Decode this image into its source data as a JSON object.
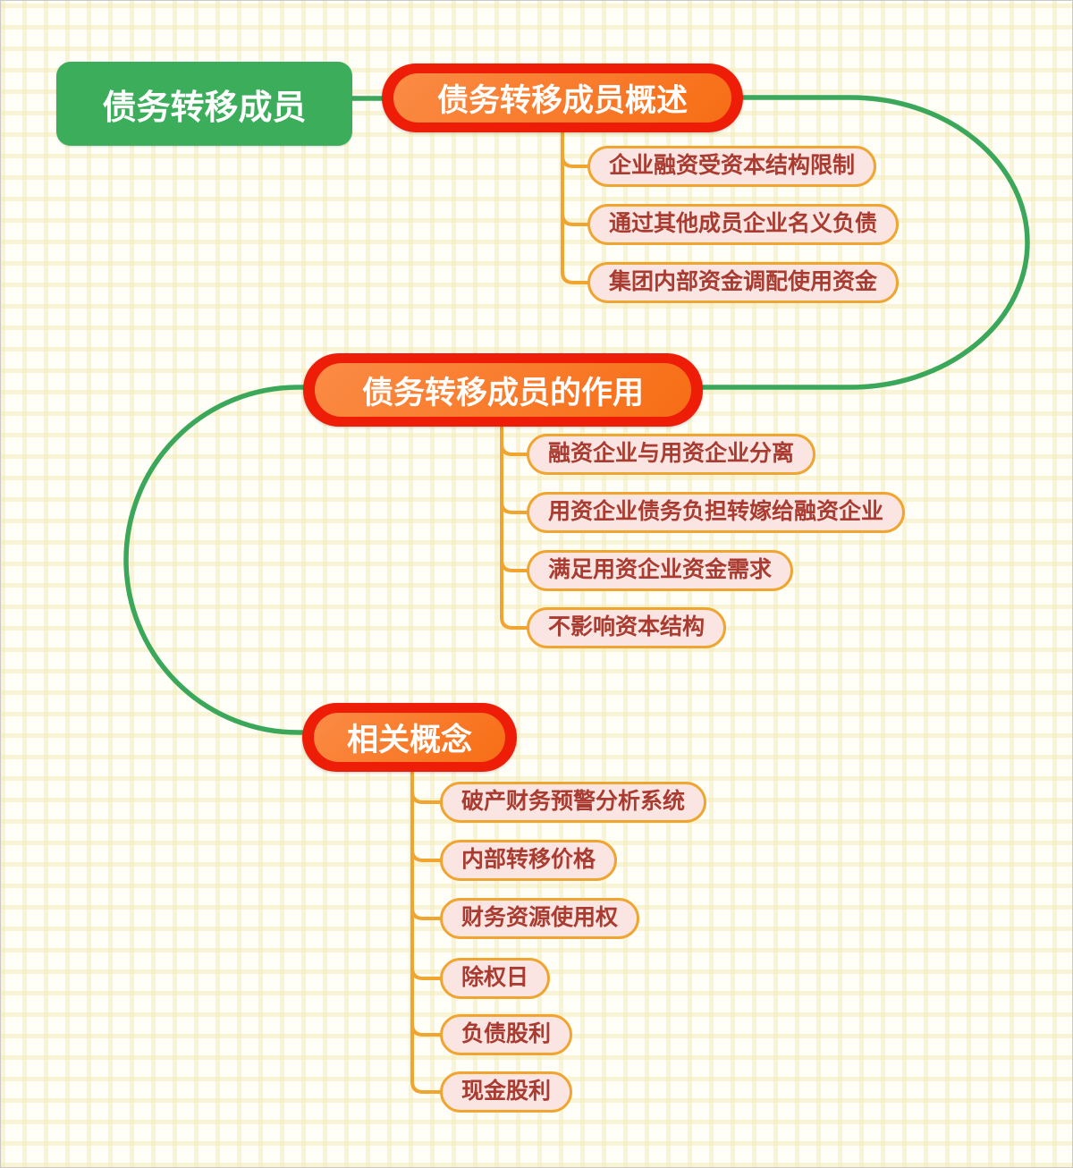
{
  "root": {
    "label": "债务转移成员"
  },
  "branches": [
    {
      "label": "债务转移成员概述",
      "children": [
        "企业融资受资本结构限制",
        "通过其他成员企业名义负债",
        "集团内部资金调配使用资金"
      ]
    },
    {
      "label": "债务转移成员的作用",
      "children": [
        "融资企业与用资企业分离",
        "用资企业债务负担转嫁给融资企业",
        "满足用资企业资金需求",
        "不影响资本结构"
      ]
    },
    {
      "label": "相关概念",
      "children": [
        "破产财务预警分析系统",
        "内部转移价格",
        "财务资源使用权",
        "除权日",
        "负债股利",
        "现金股利"
      ]
    }
  ],
  "colors": {
    "root_green": "#3BAD5B",
    "connector_green": "#3BA75A",
    "branch_red": "#EE1D08",
    "branch_orange_light": "#FB8B45",
    "branch_orange_dark": "#F76D15",
    "child_background": "#FBE5E2",
    "child_border_gold": "#EFA52F",
    "child_text_red": "#A93B30",
    "grid_line": "#F3EAB2"
  }
}
